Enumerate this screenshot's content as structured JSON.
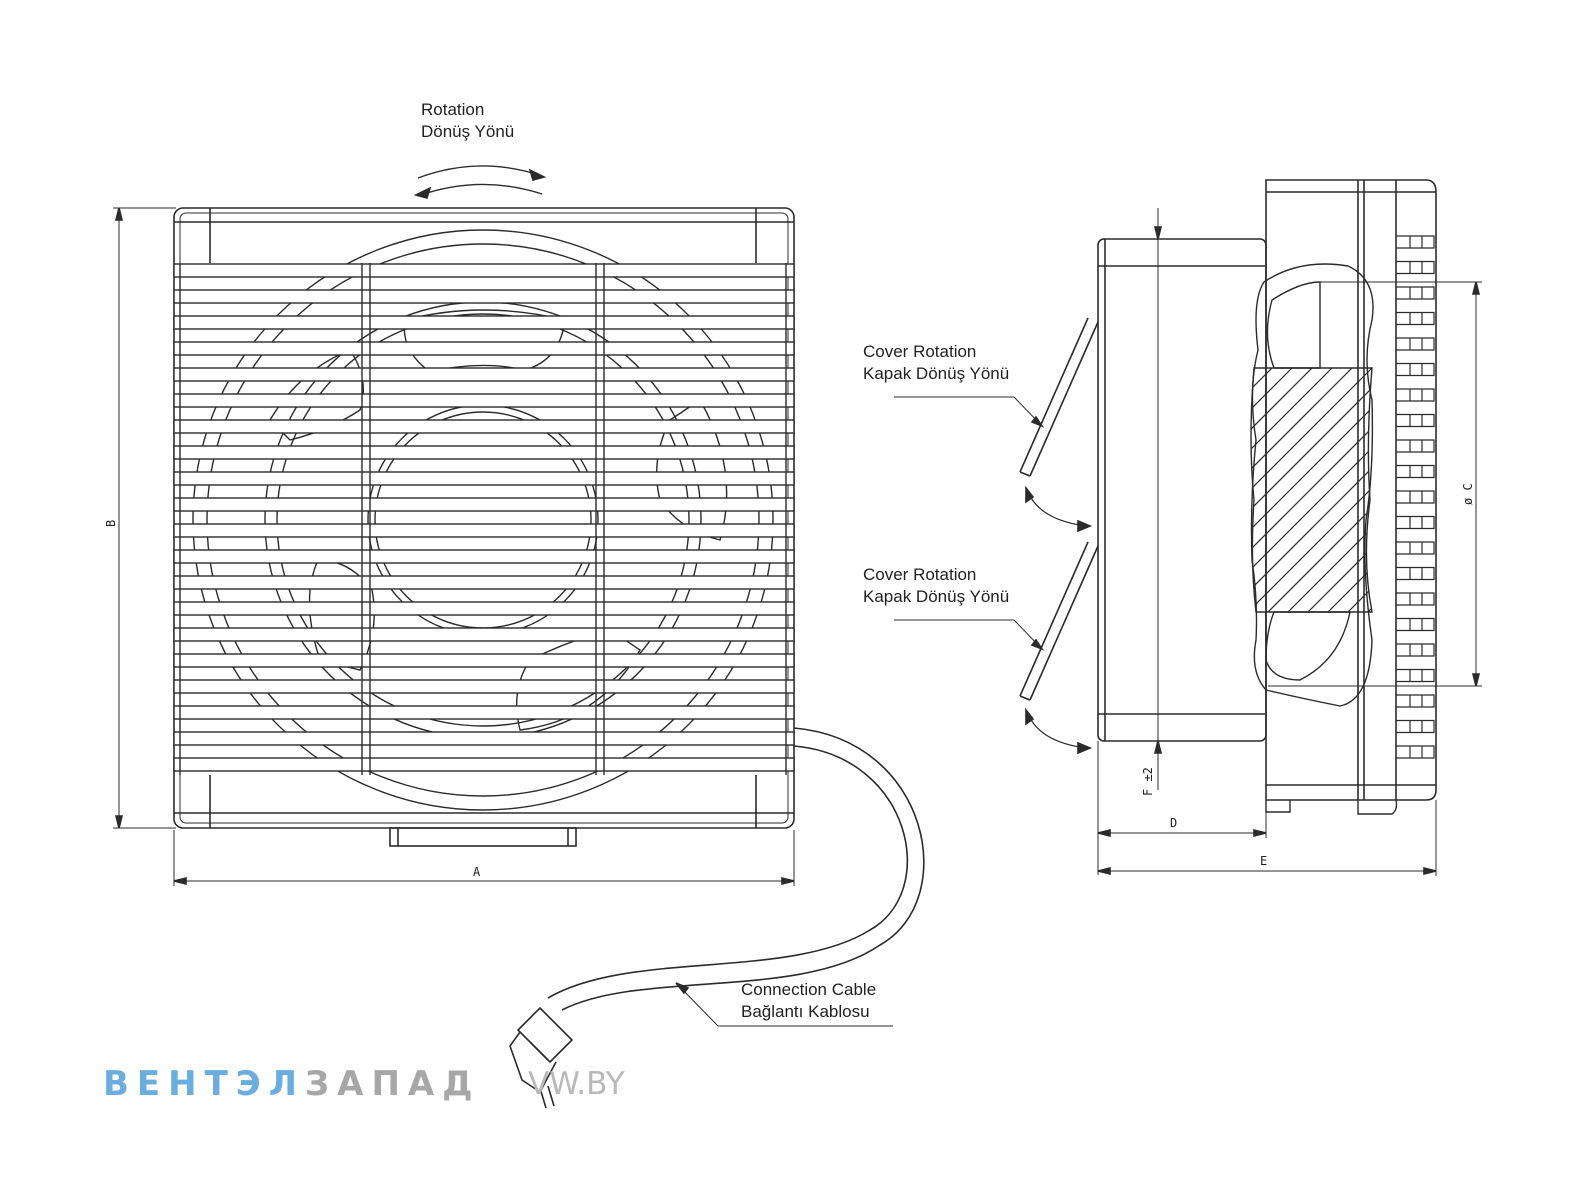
{
  "labels": {
    "rotation_en": "Rotation",
    "rotation_tr": "Dönüş Yönü",
    "cover1_en": "Cover Rotation",
    "cover1_tr": "Kapak Dönüş Yönü",
    "cover2_en": "Cover Rotation",
    "cover2_tr": "Kapak Dönüş Yönü",
    "cable_en": "Connection Cable",
    "cable_tr": "Bağlantı Kablosu"
  },
  "dimensions": {
    "A": "A",
    "B": "B",
    "C": "ø C",
    "D": "D",
    "E": "E",
    "F": "F ±2"
  },
  "watermark": {
    "brand_part1": "ВЕНТЭЛ",
    "brand_part2": "ЗАПАД",
    "site": "VW.BY"
  },
  "colors": {
    "line": "#2b2b2b",
    "watermark_blue": "#6aaedf",
    "watermark_gray": "#a7a7a7"
  }
}
